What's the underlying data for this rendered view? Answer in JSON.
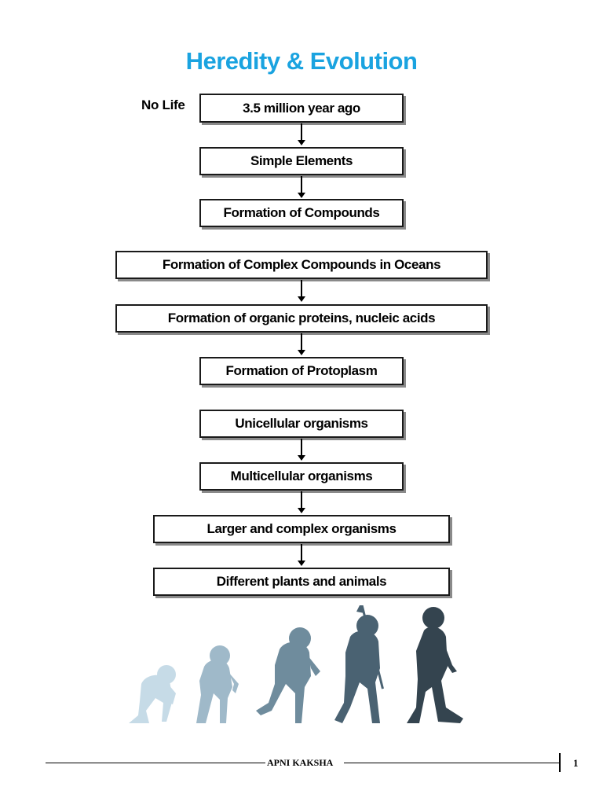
{
  "title": "Heredity & Evolution",
  "side_label": "No Life",
  "steps": [
    "3.5 million year ago",
    "Simple Elements",
    "Formation of Compounds",
    "Formation of Complex Compounds in Oceans",
    "Formation of organic proteins, nucleic acids",
    "Formation of Protoplasm",
    "Unicellular organisms",
    "Multicellular organisms",
    "Larger and complex organisms",
    "Different plants and animals"
  ],
  "illustration": {
    "icon": "human-evolution-silhouettes",
    "colors": [
      "#c6dbe7",
      "#9fb9c9",
      "#6f8c9d",
      "#4a6272",
      "#34444f"
    ]
  },
  "footer": {
    "brand": "APNI KAKSHA",
    "page_number": "1"
  }
}
